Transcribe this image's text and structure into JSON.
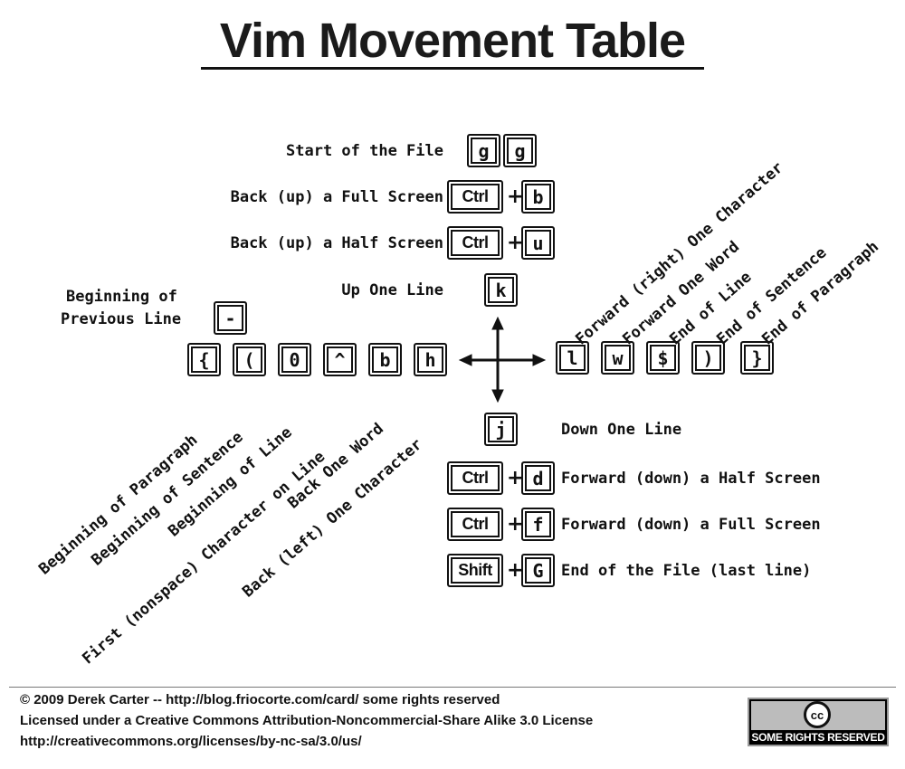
{
  "title": "Vim Movement Table",
  "top_rows": [
    {
      "label": "Start of the File",
      "keys": [
        "g",
        "g"
      ]
    },
    {
      "label": "Back (up) a Full Screen",
      "modifier": "Ctrl",
      "key": "b"
    },
    {
      "label": "Back (up) a Half Screen",
      "modifier": "Ctrl",
      "key": "u"
    },
    {
      "label": "Up One Line",
      "key": "k"
    }
  ],
  "prev_line": {
    "label_line1": "Beginning of",
    "label_line2": "Previous Line",
    "key": "-"
  },
  "left_keys": [
    "{",
    "(",
    "0",
    "^",
    "b",
    "h"
  ],
  "left_labels": [
    "Beginning of Paragraph",
    "Beginning of Sentence",
    "Beginning of Line",
    "First (nonspace) Character on Line",
    "Back One Word",
    "Back (left) One Character"
  ],
  "right_keys": [
    "l",
    "w",
    "$",
    ")",
    "}"
  ],
  "right_labels": [
    "Forward (right) One Character",
    "Forward One Word",
    "End of Line",
    "End of Sentence",
    "End of Paragraph"
  ],
  "bottom_rows": [
    {
      "label": "Down One Line",
      "key": "j"
    },
    {
      "label": "Forward (down) a Half Screen",
      "modifier": "Ctrl",
      "key": "d"
    },
    {
      "label": "Forward (down) a Full Screen",
      "modifier": "Ctrl",
      "key": "f"
    },
    {
      "label": "End of the File (last line)",
      "modifier": "Shift",
      "key": "G"
    }
  ],
  "plus_sign": "+",
  "footer": {
    "line1": "© 2009 Derek Carter -- http://blog.friocorte.com/card/ some rights reserved",
    "line2": "Licensed under a Creative Commons Attribution-Noncommercial-Share Alike 3.0 License",
    "line3": "http://creativecommons.org/licenses/by-nc-sa/3.0/us/"
  },
  "badge": {
    "symbol": "cc",
    "text": "SOME RIGHTS RESERVED"
  },
  "icons": {
    "arrows": "four-way-arrow-icon",
    "badge": "creative-commons-icon"
  }
}
